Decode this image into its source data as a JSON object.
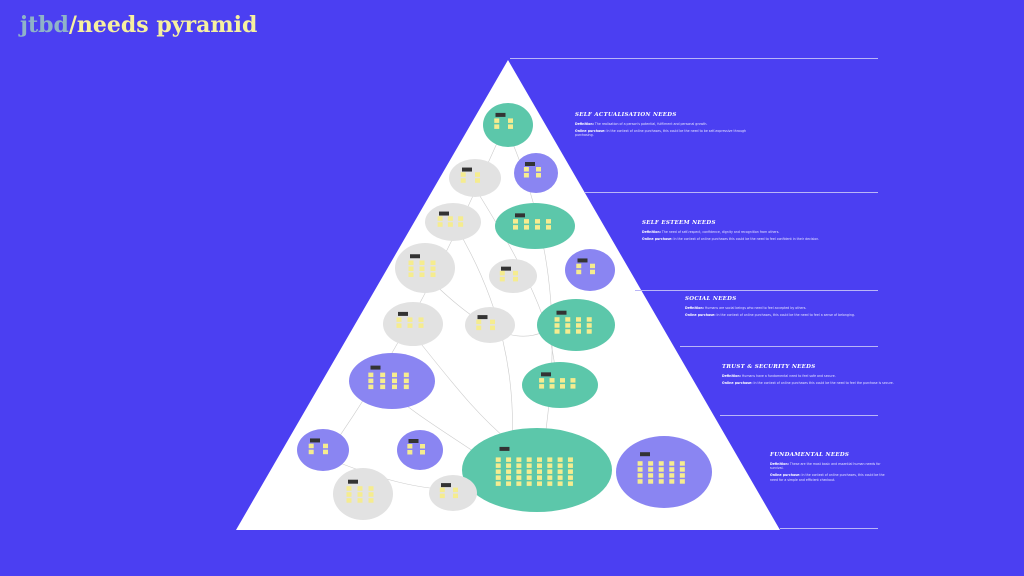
{
  "title": {
    "prefix": "jtbd",
    "suffix": "/needs pyramid"
  },
  "colors": {
    "background": "#4b3ff2",
    "teal": "#5cc7aa",
    "lavender": "#8a85f2",
    "gray": "#e2e2e2",
    "sticky": "#f5ec8f"
  },
  "sections": [
    {
      "heading": "SELF ACTUALISATION NEEDS",
      "definition_label": "Definition:",
      "definition": "The realisation of a person's potential, fulfilment and personal growth.",
      "online_label": "Online purchase:",
      "online": "In the context of online purchases, this could be the need to be self-expressive through purchasing."
    },
    {
      "heading": "SELF ESTEEM NEEDS",
      "definition_label": "Definition:",
      "definition": "The need of self-respect, confidence, dignity and recognition from others.",
      "online_label": "Online purchase:",
      "online": "In the context of online purchases this could be the need to feel confident in their decision."
    },
    {
      "heading": "SOCIAL NEEDS",
      "definition_label": "Definition:",
      "definition": "Humans are social beings who need to feel accepted by others.",
      "online_label": "Online purchase:",
      "online": "In the context of online purchases, this could be the need to feel a sense of belonging."
    },
    {
      "heading": "TRUST & SECURITY NEEDS",
      "definition_label": "Definition:",
      "definition": "Humans have a fundamental need to feel safe and secure.",
      "online_label": "Online purchase:",
      "online": "In the context of online purchases this could be the need to feel the purchase is secure."
    },
    {
      "heading": "FUNDAMENTAL NEEDS",
      "definition_label": "Definition:",
      "definition": "These are the most basic and essential human needs for survival.",
      "online_label": "Online purchase:",
      "online": "In the context of online purchases, this could be the need for a simple and efficient checkout."
    }
  ]
}
